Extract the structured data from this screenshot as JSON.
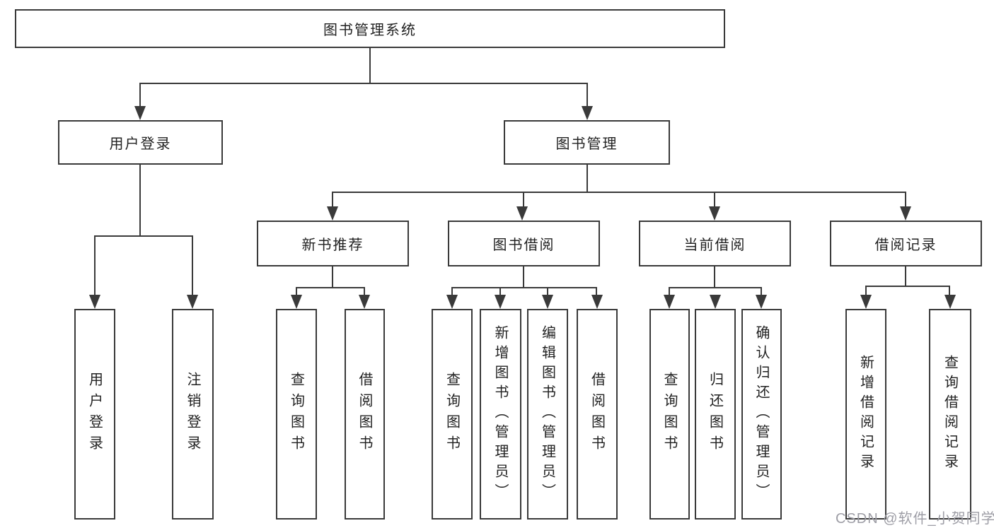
{
  "colors": {
    "line": "#3a3a3a",
    "text": "#222222",
    "background": "#ffffff",
    "watermark": "#9e9ea6"
  },
  "diagram": {
    "type": "hierarchy-function-structure",
    "title": "图书管理系统",
    "children": [
      {
        "label": "用户登录",
        "children": [
          {
            "label": "用户登录"
          },
          {
            "label": "注销登录"
          }
        ]
      },
      {
        "label": "图书管理",
        "children": [
          {
            "label": "新书推荐",
            "children": [
              {
                "label": "查询图书"
              },
              {
                "label": "借阅图书"
              }
            ]
          },
          {
            "label": "图书借阅",
            "children": [
              {
                "label": "查询图书"
              },
              {
                "label": "新增图书（管理员）"
              },
              {
                "label": "编辑图书（管理员）"
              },
              {
                "label": "借阅图书"
              }
            ]
          },
          {
            "label": "当前借阅",
            "children": [
              {
                "label": "查询图书"
              },
              {
                "label": "归还图书"
              },
              {
                "label": "确认归还（管理员）"
              }
            ]
          },
          {
            "label": "借阅记录",
            "children": [
              {
                "label": "新增借阅记录"
              },
              {
                "label": "查询借阅记录"
              }
            ]
          }
        ]
      }
    ]
  },
  "watermark": {
    "text": "CSDN @软件_小贺同学"
  }
}
